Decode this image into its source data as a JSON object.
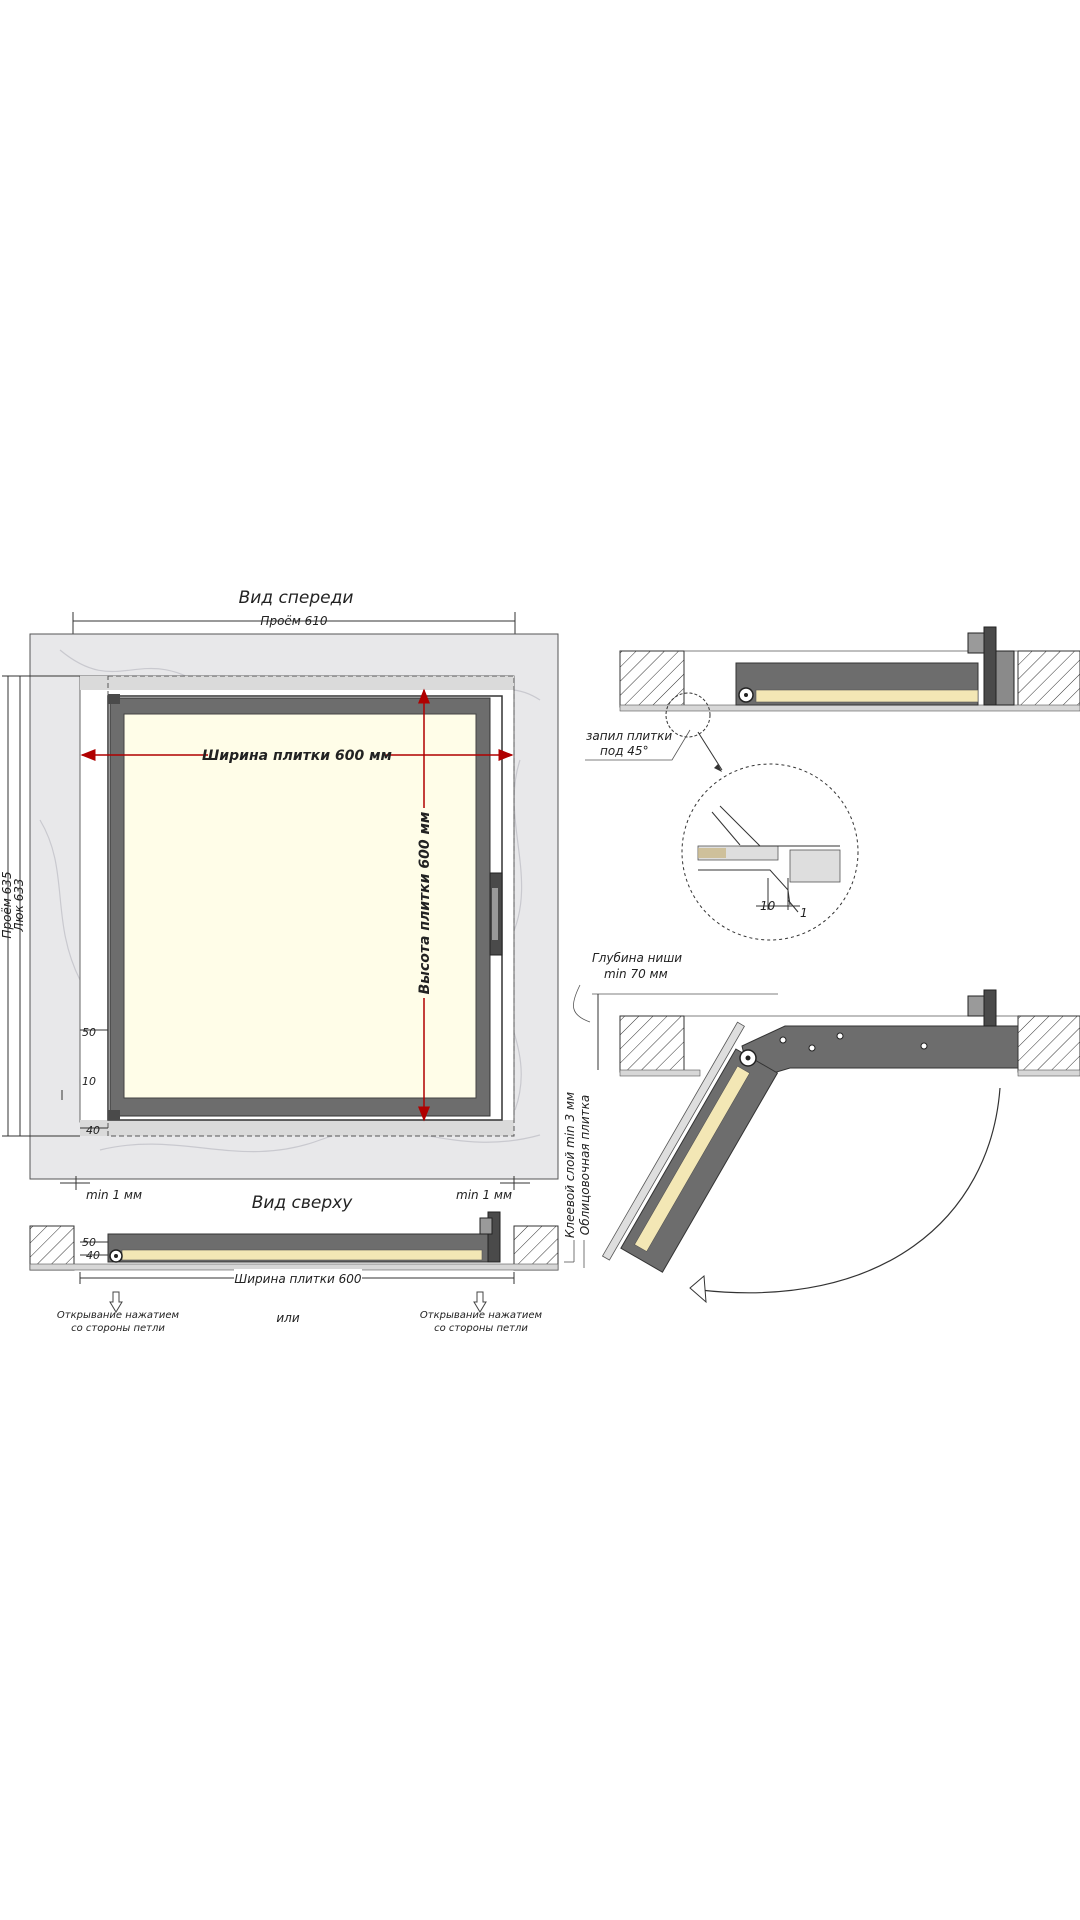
{
  "colors": {
    "marble": "#e8e8ea",
    "marble_vein": "#c9c9cf",
    "frame": "#6d6d6d",
    "frame_dark": "#4a4a4a",
    "panel": "#fffde8",
    "accent_red": "#b00000",
    "line": "#333333",
    "tile_stripe": "#f3e7b5"
  },
  "front_view": {
    "title": "Вид спереди",
    "opening_width": "Проём 610",
    "tile_width": "Ширина плитки 600 мм",
    "tile_height": "Высота плитки 600 мм",
    "opening_height": "Проём 635",
    "hatch_size": "Люк 633",
    "dim_50": "50",
    "dim_10": "10",
    "dim_40": "40",
    "min_left": "min 1 мм",
    "min_right": "min 1 мм"
  },
  "top_view": {
    "title": "Вид сверху",
    "dim_50": "50",
    "dim_40": "40",
    "tile_width": "Ширина плитки 600",
    "open_left_line1": "Открывание нажатием",
    "open_left_line2": "со стороны петли",
    "or": "или",
    "open_right_line1": "Открывание нажатием",
    "open_right_line2": "со стороны петли",
    "glue_layer": "Клеевой слой min 3 мм",
    "tile_label": "Облицовочная плитка"
  },
  "detail_view": {
    "cut_line1": "запил плитки",
    "cut_line2": "под 45°",
    "dim_10": "10",
    "dim_1": "1"
  },
  "open_view": {
    "depth_line1": "Глубина ниши",
    "depth_line2": "min 70 мм"
  }
}
